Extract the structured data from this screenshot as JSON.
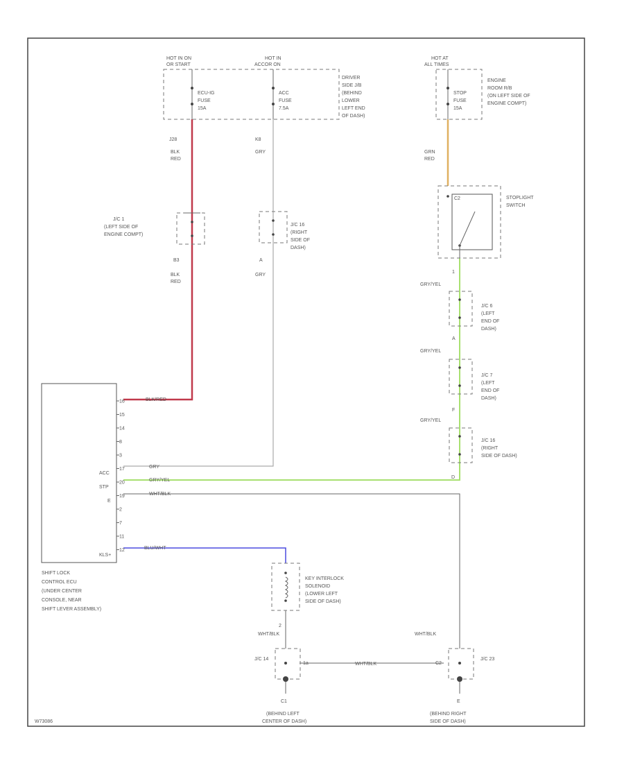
{
  "colors": {
    "red_wire": "#c0394b",
    "orange_wire": "#e0b060",
    "green_wire": "#a8e070",
    "blue_wire": "#4a4adf",
    "gray_wire": "#aaaaaa",
    "black_wire": "#666666"
  },
  "power": {
    "hot_left": [
      "HOT IN ON",
      "OR START"
    ],
    "hot_mid": [
      "HOT IN",
      "ACCOR ON"
    ],
    "hot_right": [
      "HOT AT",
      "ALL TIMES"
    ],
    "fuse_ecu": [
      "ECU-IG",
      "FUSE",
      "15A"
    ],
    "fuse_acc": [
      "ACC",
      "FUSE",
      "7.5A"
    ],
    "fuse_stop": [
      "STOP",
      "FUSE",
      "15A"
    ],
    "driver_jb": [
      "DRIVER",
      "SIDE J/B",
      "(BEHIND",
      "LOWER",
      "LEFT END",
      "OF DASH)"
    ],
    "engine_rb": [
      "ENGINE",
      "ROOM R/B",
      "(ON LEFT SIDE OF",
      "ENGINE COMPT)"
    ]
  },
  "wires": {
    "w_left_pin": "J28",
    "w_left_color": [
      "BLK",
      "RED"
    ],
    "w_mid_pin": "K8",
    "w_mid_color": "GRY",
    "w_right_color": [
      "GRN",
      "RED"
    ],
    "w_left2_pin": "B3",
    "w_left2_color": [
      "BLK",
      "RED"
    ],
    "w_mid2_pin": "A",
    "w_mid2_color": "GRY",
    "gy_label_1": "GRY/YEL",
    "gy_label_2": "GRY/YEL",
    "gy_label_3": "GRY/YEL",
    "pin_1": "1",
    "pin_2": "A",
    "pin_3": "F",
    "pin_4": "D",
    "ecu_wire_1": "BLK/RED",
    "ecu_wire_2": "GRY",
    "ecu_wire_3": "GRY/YEL",
    "ecu_wire_4": "WHT/BLK",
    "ecu_wire_5": "BLU/WHT",
    "sol_pin": "2",
    "wb_left": "WHT/BLK",
    "wb_right": "WHT/BLK",
    "wb_bottom": "WHT/BLK"
  },
  "components": {
    "jc1": [
      "J/C 1",
      "(LEFT SIDE OF",
      "ENGINE COMPT)"
    ],
    "jc16_mid": [
      "J/C 16",
      "(RIGHT",
      "SIDE OF",
      "DASH)"
    ],
    "stoplight": [
      "STOPLIGHT",
      "SWITCH"
    ],
    "stop_pin": "C2",
    "jc6": [
      "J/C 6",
      "(LEFT",
      "END OF",
      "DASH)"
    ],
    "jc7": [
      "J/C 7",
      "(LEFT",
      "END OF",
      "DASH)"
    ],
    "jc16_right": [
      "J/C 16",
      "(RIGHT",
      "SIDE OF DASH)"
    ],
    "solenoid": [
      "KEY INTERLOCK",
      "SOLENOID",
      "(LOWER LEFT",
      "SIDE OF DASH)"
    ],
    "jc14": "J/C 14",
    "jc23": "J/C 23",
    "jc14_pin": "1a",
    "jc23_pin": "C2",
    "ground_left_id": "C1",
    "ground_left": [
      "(BEHIND LEFT",
      "CENTER OF DASH)"
    ],
    "ground_right_id": "E",
    "ground_right": [
      "(BEHIND RIGHT",
      "SIDE OF DASH)"
    ]
  },
  "ecu": {
    "pins": [
      "16",
      "15",
      "14",
      "8",
      "3",
      "17",
      "20",
      "19",
      "2",
      "7",
      "11",
      "12"
    ],
    "labels_acc": "ACC",
    "labels_stp": "STP",
    "labels_e": "E",
    "labels_kly": "KLS+",
    "title": [
      "SHIFT LOCK",
      "CONTROL ECU",
      "(UNDER CENTER",
      "CONSOLE, NEAR",
      "SHIFT LEVER ASSEMBLY)"
    ]
  },
  "diagram_id": "W73086"
}
